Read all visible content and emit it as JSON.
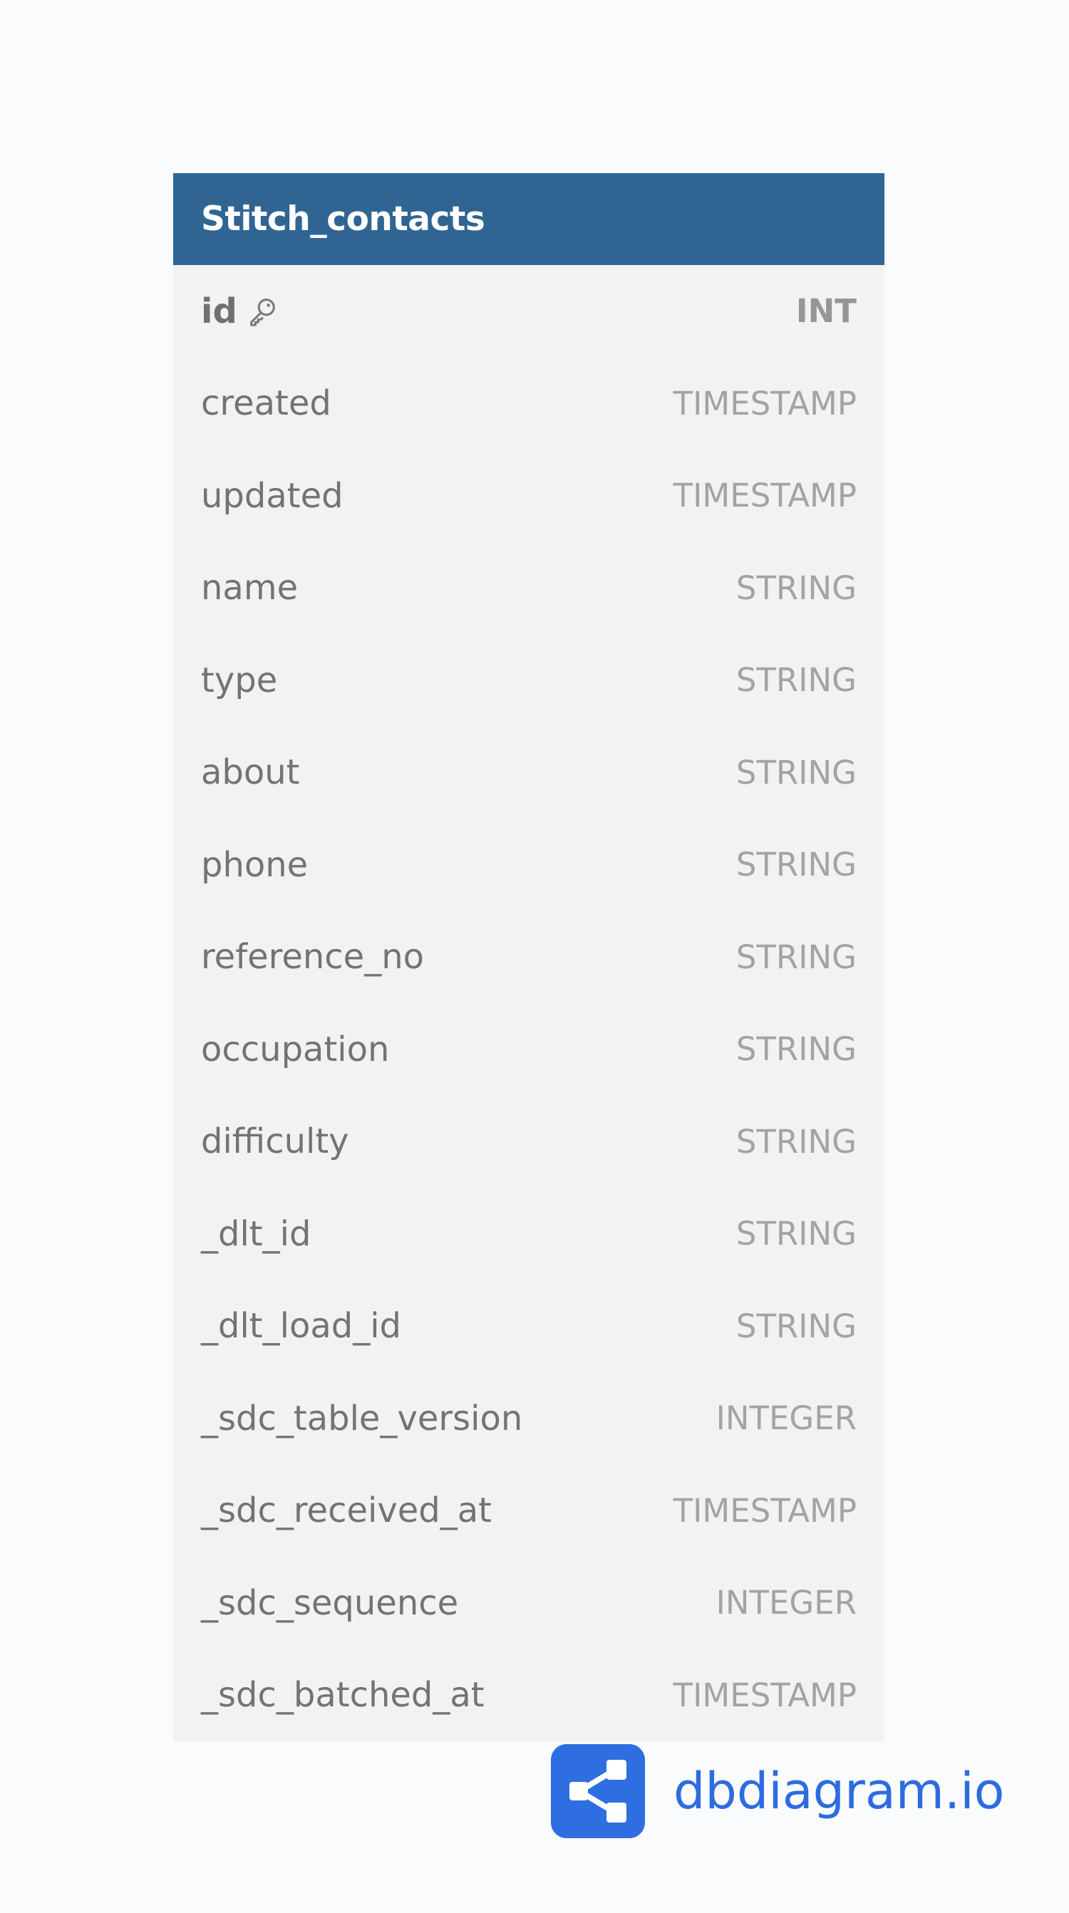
{
  "table": {
    "name": "Stitch_contacts",
    "header_color": "#306593",
    "fields": [
      {
        "name": "id",
        "type": "INT",
        "primary_key": true,
        "icon": "key-icon"
      },
      {
        "name": "created",
        "type": "TIMESTAMP"
      },
      {
        "name": "updated",
        "type": "TIMESTAMP"
      },
      {
        "name": "name",
        "type": "STRING"
      },
      {
        "name": "type",
        "type": "STRING"
      },
      {
        "name": "about",
        "type": "STRING"
      },
      {
        "name": "phone",
        "type": "STRING"
      },
      {
        "name": "reference_no",
        "type": "STRING"
      },
      {
        "name": "occupation",
        "type": "STRING"
      },
      {
        "name": "difficulty",
        "type": "STRING"
      },
      {
        "name": "_dlt_id",
        "type": "STRING"
      },
      {
        "name": "_dlt_load_id",
        "type": "STRING"
      },
      {
        "name": "_sdc_table_version",
        "type": "INTEGER"
      },
      {
        "name": "_sdc_received_at",
        "type": "TIMESTAMP"
      },
      {
        "name": "_sdc_sequence",
        "type": "INTEGER"
      },
      {
        "name": "_sdc_batched_at",
        "type": "TIMESTAMP"
      }
    ]
  },
  "brand": {
    "name": "dbdiagram.io",
    "icon": "share-nodes-logo-icon",
    "color": "#2f6ee0"
  }
}
